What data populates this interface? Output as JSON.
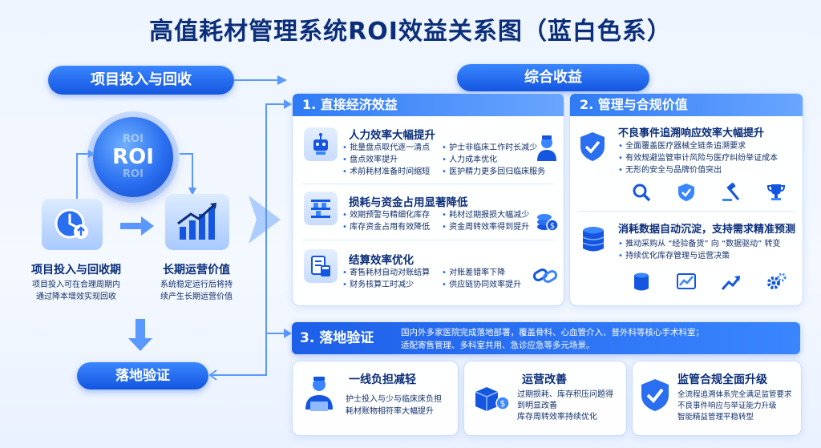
{
  "title": "高值耗材管理系统ROI效益关系图（蓝白色系）",
  "left": {
    "top_pill": "项目投入与回收",
    "roi_text": "ROI",
    "roi_faint": "ROI",
    "box1_title": "项目投入与回收期",
    "box1_desc1": "项目投入可在合理周期内",
    "box1_desc2": "通过降本增效实现回收",
    "box2_title": "长期运营价值",
    "box2_desc1": "系统稳定运行后将持",
    "box2_desc2": "续产生长期运营价值",
    "bottom_pill": "落地验证"
  },
  "main_pill": "综合收益",
  "section1": {
    "head": "1. 直接经济效益",
    "blocks": [
      {
        "title": "人力效率大幅提升",
        "col1": [
          "批量盘点取代逐一清点",
          "盘点效率提升",
          "术前耗材准备时间缩短"
        ],
        "col2": [
          "护士非临床工作时长减少",
          "人力成本优化",
          "医护精力更多回归临床服务"
        ]
      },
      {
        "title": "损耗与资金占用显著降低",
        "col1": [
          "效期预警与精细化库存",
          "库存资金占用有效降低"
        ],
        "col2": [
          "耗材过期报损大幅减少",
          "资金周转效率得到提升"
        ]
      },
      {
        "title": "结算效率优化",
        "col1": [
          "寄售耗材自动对账结算",
          "财务核算工时减少"
        ],
        "col2": [
          "对账差错率下降",
          "供应链协同效率提升"
        ]
      }
    ]
  },
  "section2": {
    "head": "2. 管理与合规价值",
    "block1_title": "不良事件追溯响应效率大幅提升",
    "block1_items": [
      "全面覆盖医疗器械全链条追溯要求",
      "有效规避监管审计风险与医疗纠纷举证成本",
      "无形的安全与品牌价值突出"
    ],
    "block2_title": "消耗数据自动沉淀，支持需求精准预测",
    "block2_items": [
      "推动采购从 “经验备货” 向 “数据驱动” 转变",
      "持续优化库存管理与运营决策"
    ]
  },
  "section3": {
    "head": "3. 落地验证",
    "desc1": "国内外多家医院完成落地部署，覆盖骨科、心血管介入、普外科等核心手术科室；",
    "desc2": "适配寄售管理、多科室共用、急诊应急等多元场景。"
  },
  "bottom_cards": [
    {
      "title": "一线负担减轻",
      "lines": [
        "护士投入与少与临床床负担",
        "耗材账物相符率大幅提升"
      ]
    },
    {
      "title": "运营改善",
      "lines": [
        "过期损耗、库存积压问题得",
        "到明显改善",
        "库存周转效率持续优化"
      ]
    },
    {
      "title": "监管合规全面升级",
      "lines": [
        "全流程追溯体系完全满足监管要求",
        "不良事件响应与举证能力升级",
        "智能精益管理平稳转型"
      ]
    }
  ],
  "colors": {
    "primary": "#1456e0",
    "accent": "#3a86ff",
    "text": "#0b2e7a",
    "bg": "#eef5ff"
  }
}
